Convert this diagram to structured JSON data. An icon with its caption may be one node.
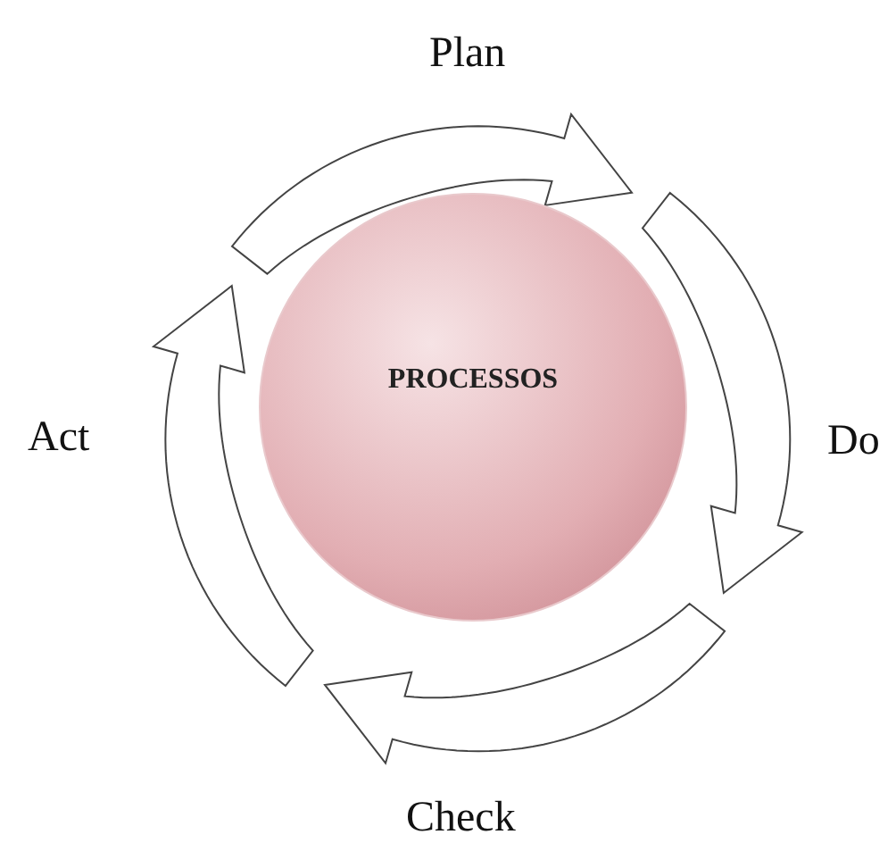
{
  "diagram": {
    "nodes": [
      {
        "text": [
          "PROCESSOS"
        ]
      },
      {
        "text": [
          "Plan"
        ]
      },
      {
        "text": [
          "Do"
        ]
      },
      {
        "text": [
          "Check"
        ]
      },
      {
        "text": [
          "Act"
        ]
      },
      {
        "text": [],
        "shape": "arrow"
      },
      {
        "text": [],
        "shape": "arrow"
      },
      {
        "text": [],
        "shape": "arrow"
      },
      {
        "text": [],
        "shape": "arrow"
      }
    ]
  }
}
